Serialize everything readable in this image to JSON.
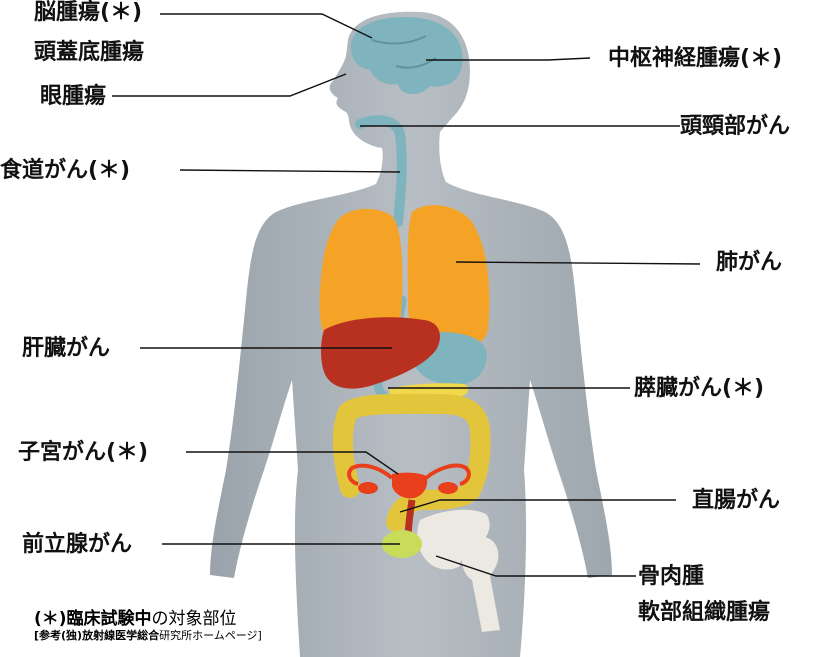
{
  "labels": {
    "brain": "脳腫瘍(＊)",
    "skull_base": "頭蓋底腫瘍",
    "eye": "眼腫瘍",
    "cns": "中枢神経腫瘍(＊)",
    "head_neck": "頭頸部がん",
    "esophagus": "食道がん(＊)",
    "lung": "肺がん",
    "liver": "肝臓がん",
    "pancreas": "膵臓がん(＊)",
    "uterus": "子宮がん(＊)",
    "rectum": "直腸がん",
    "prostate": "前立腺がん",
    "bone_tumor": "骨肉腫",
    "soft_tissue": "軟部組織腫瘍"
  },
  "footnote": {
    "marker": "(＊)",
    "bold_text": "臨床試験中",
    "rest_text": "の対象部位",
    "source_bold": "[参考(独)放射線医学総合",
    "source_rest": "研究所ホームページ]"
  },
  "colors": {
    "body": "#a9b1b8",
    "brain": "#7fb3bd",
    "lungs": "#f4a326",
    "liver": "#b8301f",
    "intestine": "#e3c53c",
    "uterus": "#e8401c",
    "prostate": "#c8dc5a",
    "bone": "#ece9e2"
  }
}
